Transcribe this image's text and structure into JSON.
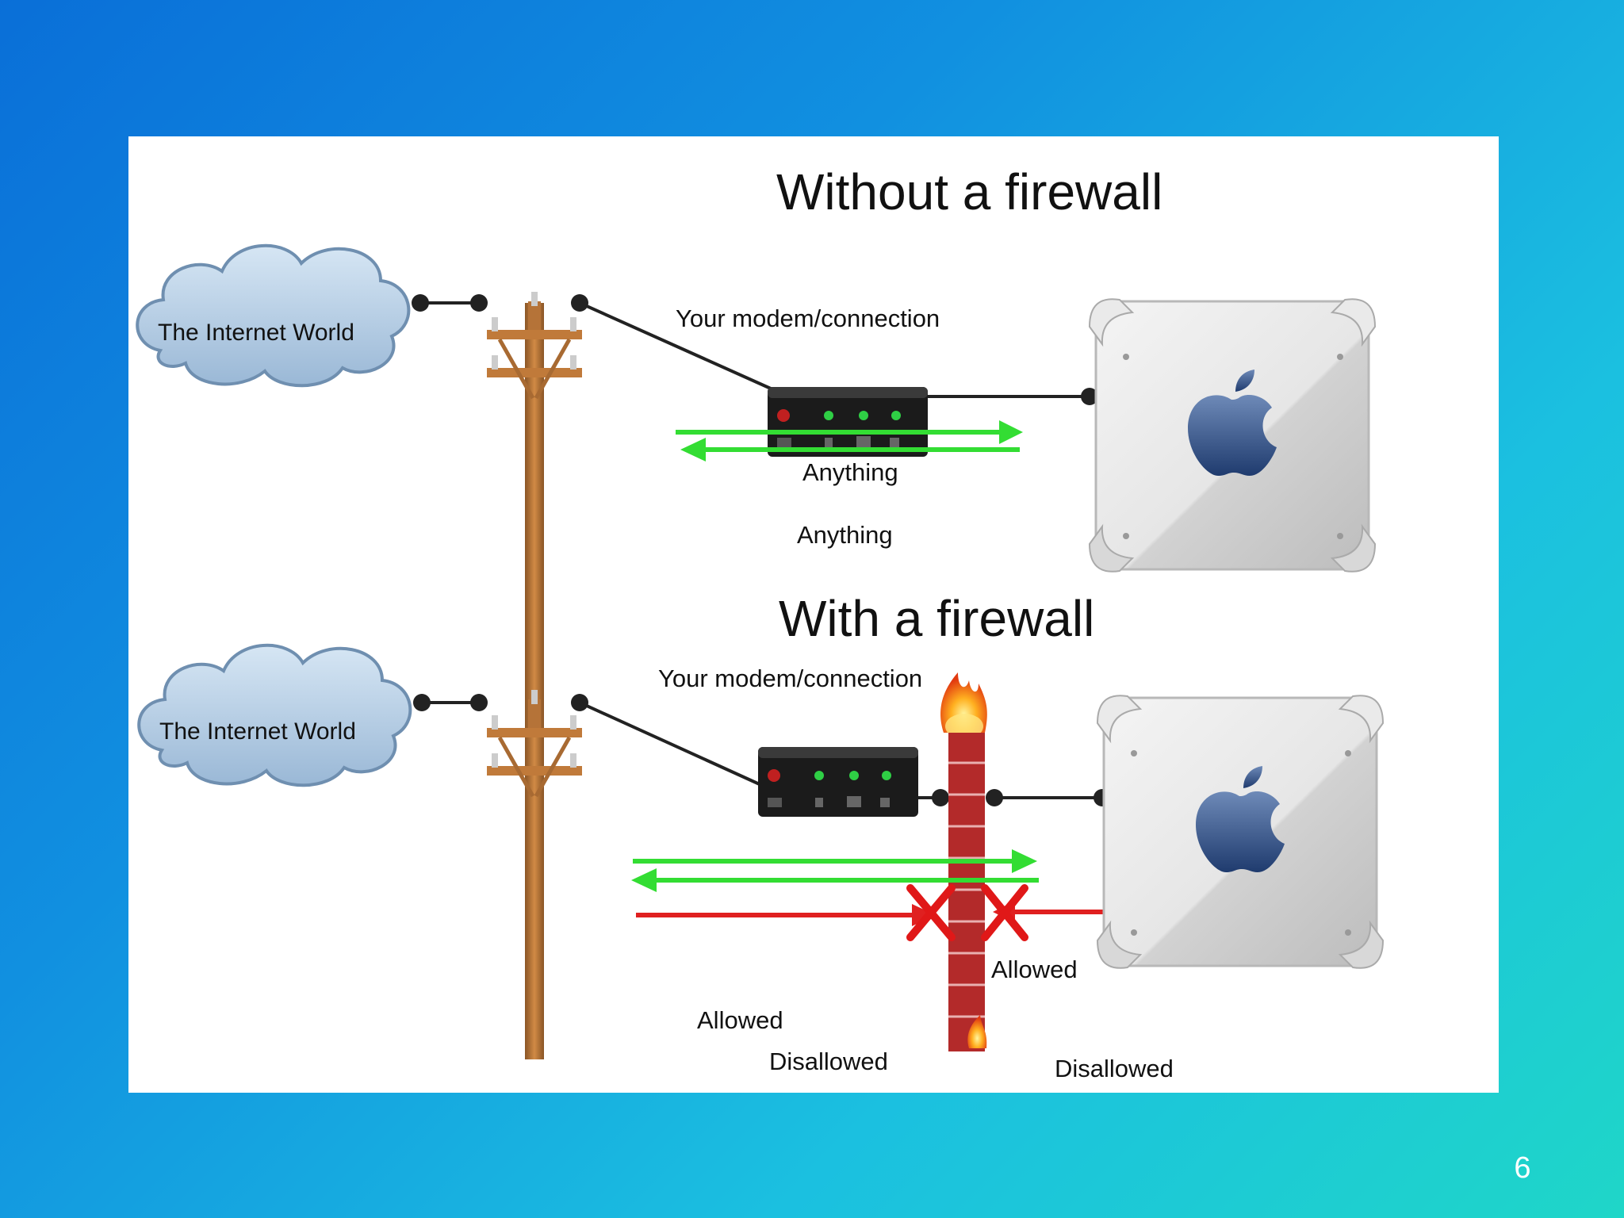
{
  "slide": {
    "page_number": "6"
  },
  "panel_top": {
    "title": "Without a firewall",
    "cloud_label": "The Internet World",
    "modem_label": "Your modem/connection",
    "arrow_label_top": "Anything",
    "arrow_label_bottom": "Anything"
  },
  "panel_bottom": {
    "title": "With a firewall",
    "cloud_label": "The Internet World",
    "modem_label": "Your modem/connection",
    "allowed_label_right": "Allowed",
    "allowed_label_left": "Allowed",
    "disallowed_label_left": "Disallowed",
    "disallowed_label_right": "Disallowed"
  },
  "icons": {
    "cloud": "cloud-icon",
    "pole": "utility-pole-icon",
    "modem": "modem-icon",
    "computer": "computer-tower-icon",
    "apple": "apple-logo-icon",
    "firewall": "firewall-icon",
    "blocked": "x-mark-icon"
  },
  "colors": {
    "allowed_arrow": "#33dd33",
    "disallowed_arrow": "#e02020",
    "block_mark": "#e01818",
    "firewall_brick": "#b32a2a",
    "wire": "#222222",
    "pole": "#c07a3a"
  }
}
